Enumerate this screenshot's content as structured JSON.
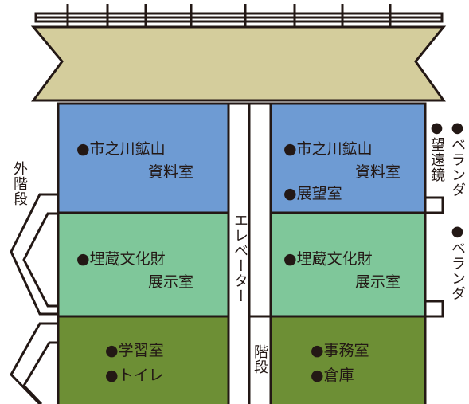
{
  "floor3": {
    "left": {
      "line1": "●市之川鉱山",
      "line2": "資料室"
    },
    "right": {
      "line1": "●市之川鉱山",
      "line2": "資料室",
      "line3": "●展望室"
    }
  },
  "floor2": {
    "left": {
      "line1": "●埋蔵文化財",
      "line2": "展示室"
    },
    "right": {
      "line1": "●埋蔵文化財",
      "line2": "展示室"
    }
  },
  "floor1": {
    "left": {
      "line1": "●学習室",
      "line2": "●トイレ"
    },
    "right": {
      "line1": "●事務室",
      "line2": "●倉庫"
    }
  },
  "side": {
    "outer_stairs": "外階段",
    "elevator": "エレベーター",
    "stairs": "階段",
    "observation_mirror": "●望遠鏡",
    "veranda_top": "●ベランダ",
    "veranda_bottom": "●ベランダ"
  },
  "colors": {
    "roof": "#d4cd9c",
    "floor3": "#6e9bd3",
    "floor2": "#7fc79a",
    "floor1": "#6d8f35",
    "outline": "#231815"
  }
}
